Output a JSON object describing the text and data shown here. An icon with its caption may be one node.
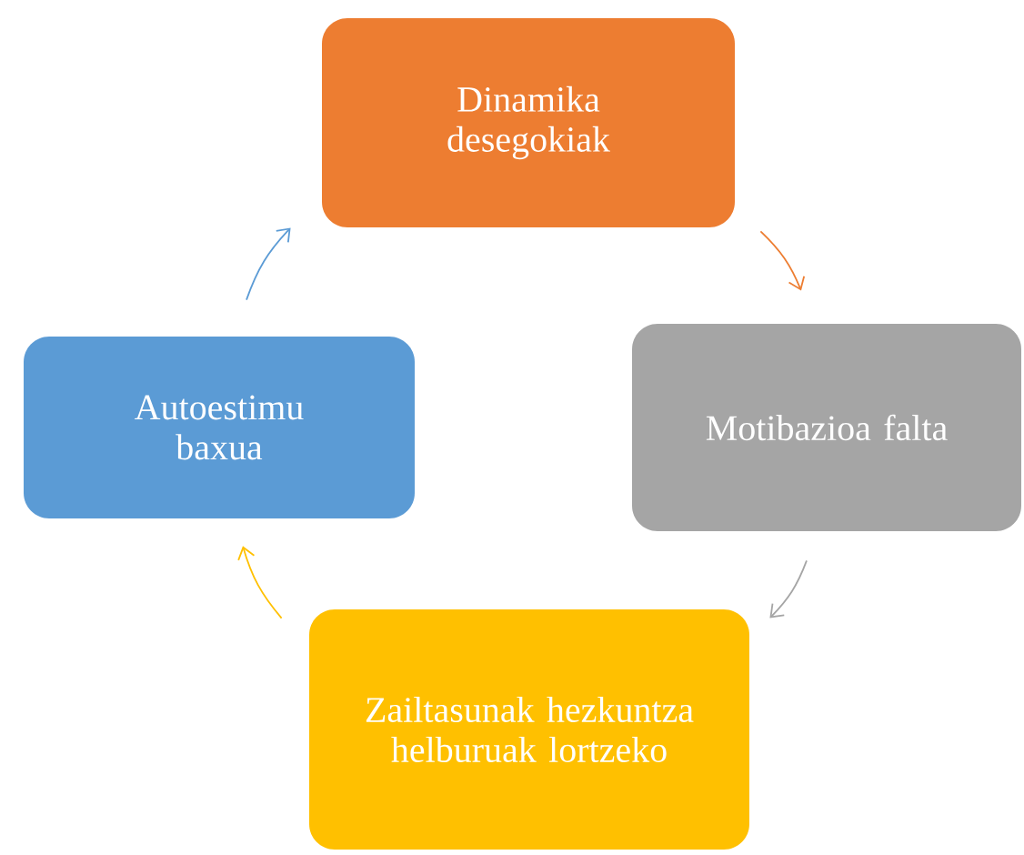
{
  "diagram": {
    "nodes": [
      {
        "text": [
          "Dinamika desegokiak"
        ]
      },
      {
        "text": [
          "Motibazioa falta"
        ]
      },
      {
        "text": [
          "Zailtasunak hezkuntza helburuak lortzeko"
        ]
      },
      {
        "text": [
          "Autoestimu baxua"
        ]
      }
    ],
    "edges": [
      {
        "from": 0,
        "to": 1,
        "arrow": "to",
        "color": "#ed7d31"
      },
      {
        "from": 1,
        "to": 2,
        "arrow": "to",
        "color": "#a5a5a5"
      },
      {
        "from": 2,
        "to": 3,
        "arrow": "to",
        "color": "#ffc000"
      },
      {
        "from": 3,
        "to": 0,
        "arrow": "to",
        "color": "#5b9bd5"
      }
    ]
  }
}
